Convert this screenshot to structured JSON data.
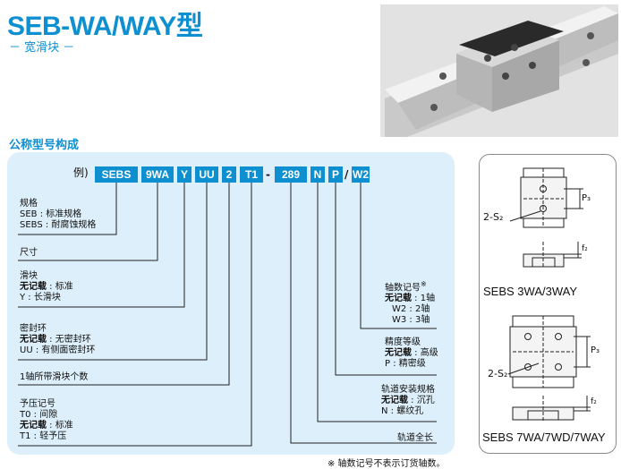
{
  "header": {
    "title": "SEB-WA/WAY型",
    "subtitle": "－ 宽滑块 －"
  },
  "section_title": "公称型号构成",
  "example": {
    "prefix": "例)",
    "parts": [
      "SEBS",
      "9WA",
      "Y",
      "UU",
      "2",
      "T1",
      "-",
      "289",
      "N",
      "P",
      "/",
      "W2"
    ]
  },
  "left_labels": {
    "spec": {
      "title": "规格",
      "lines": [
        "SEB : 标准规格",
        "SEBS : 耐腐蚀规格"
      ]
    },
    "size": {
      "title": "尺寸"
    },
    "block": {
      "title": "滑块",
      "lines": [
        {
          "k": "无记载",
          "v": " : 标准"
        },
        {
          "k": "",
          "v": "Y : 长滑块"
        }
      ]
    },
    "seal": {
      "title": "密封环",
      "lines": [
        {
          "k": "无记载",
          "v": " : 无密封环"
        },
        {
          "k": "",
          "v": "UU : 有侧面密封环"
        }
      ]
    },
    "count": {
      "title": "1轴所带滑块个数"
    },
    "preload": {
      "title": "予压记号",
      "lines": [
        {
          "k": "",
          "v": "T0 : 间隙"
        },
        {
          "k": "无记载",
          "v": " : 标准"
        },
        {
          "k": "",
          "v": "T1 : 轻予压"
        }
      ]
    }
  },
  "right_labels": {
    "axis": {
      "title": "轴数记号",
      "mark": "※",
      "lines": [
        {
          "k": "无记载",
          "v": " : 1轴"
        },
        {
          "k": "",
          "v": "W2 : 2轴"
        },
        {
          "k": "",
          "v": "W3 : 3轴"
        }
      ]
    },
    "precision": {
      "title": "精度等级",
      "lines": [
        {
          "k": "无记载",
          "v": " : 高级"
        },
        {
          "k": "",
          "v": "P : 精密级"
        }
      ]
    },
    "mount": {
      "title": "轨道安装规格",
      "lines": [
        {
          "k": "无记载",
          "v": " : 沉孔"
        },
        {
          "k": "",
          "v": "N : 螺纹孔"
        }
      ]
    },
    "length": {
      "title": "轨道全长"
    }
  },
  "footnote": "※ 轴数记号不表示订货轴数。",
  "diagrams": {
    "top": {
      "label_s": "2-S₂",
      "label_p": "P₃",
      "label_f": "f₂",
      "caption": "SEBS 3WA/3WAY"
    },
    "bottom": {
      "label_s": "2-S₂",
      "label_p": "P₃",
      "label_f": "f₂",
      "caption": "SEBS 7WA/7WD/7WAY"
    }
  },
  "colors": {
    "accent": "#0e8fd0",
    "panel": "#dceffa"
  }
}
